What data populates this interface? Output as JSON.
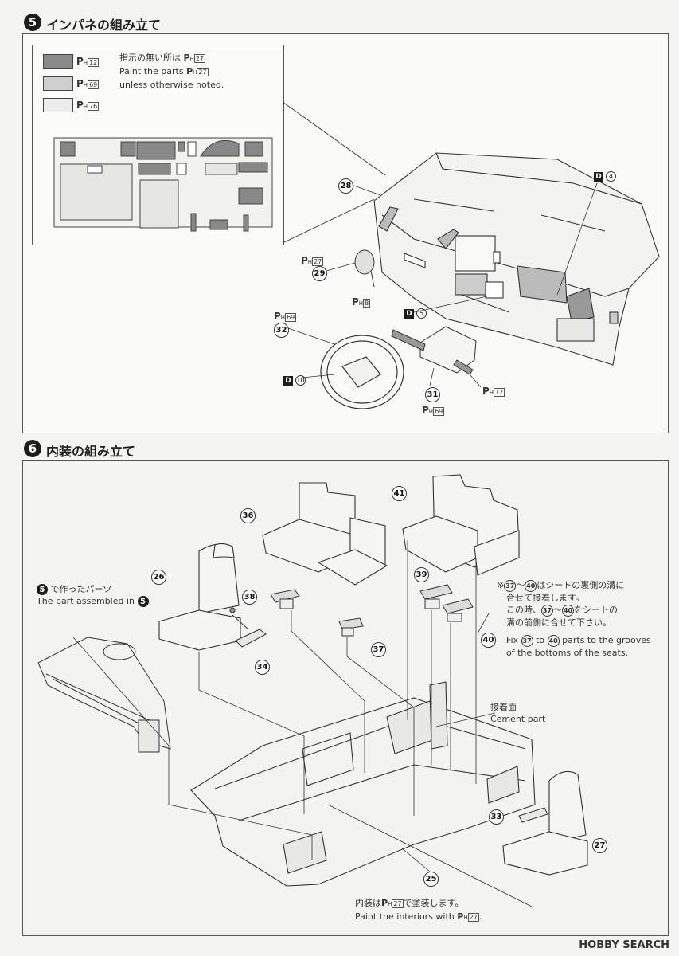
{
  "step5": {
    "number": "5",
    "title": "インパネの組み立て",
    "legend": [
      {
        "code_prefix": "P",
        "code_sub": "H",
        "code_num": "12",
        "color": "#8a8a8a"
      },
      {
        "code_prefix": "P",
        "code_sub": "H",
        "code_num": "69",
        "color": "#cfcfcf"
      },
      {
        "code_prefix": "P",
        "code_sub": "H",
        "code_num": "76",
        "color": "#ececec"
      }
    ],
    "note_line1": "指示の無い所は",
    "note_line1_code": "27",
    "note_line2": "Paint the parts",
    "note_line2_code": "27",
    "note_line3": "unless otherwise noted.",
    "parts": {
      "p28": "28",
      "p29": "29",
      "p29_code_top": "27",
      "p29_code_bottom": "8",
      "p32": "32",
      "p32_code": "69",
      "p31": "31",
      "p31_code_right": "12",
      "p31_code_bottom": "69",
      "d4_letter": "D",
      "d4_num": "4",
      "d5_letter": "D",
      "d5_num": "5",
      "d10_letter": "D",
      "d10_num": "10"
    }
  },
  "step6": {
    "number": "6",
    "title": "内装の組み立て",
    "from_step_num": "5",
    "from_step_text": "で作ったパーツ",
    "from_step_en": "The part assembled in",
    "parts": {
      "p26": "26",
      "p36": "36",
      "p41": "41",
      "p38": "38",
      "p37": "37",
      "p39": "39",
      "p40": "40",
      "p34": "34",
      "p33": "33",
      "p27": "27",
      "p25": "25"
    },
    "jp_note_l1_a": "※",
    "jp_note_l1_b": "37",
    "jp_note_l1_c": "〜",
    "jp_note_l1_d": "40",
    "jp_note_l1_e": "はシートの裏側の溝に",
    "jp_note_l2": "合せて接着します。",
    "jp_note_l3_a": "この時、",
    "jp_note_l3_b": "37",
    "jp_note_l3_c": "〜",
    "jp_note_l3_d": "40",
    "jp_note_l3_e": "をシートの",
    "jp_note_l4": "溝の前側に合せて下さい。",
    "en_note_l1_a": "Fix",
    "en_note_l1_b": "37",
    "en_note_l1_c": "to",
    "en_note_l1_d": "40",
    "en_note_l1_e": "parts to the grooves",
    "en_note_l2": "of the bottoms of the seats.",
    "cement_jp": "接着面",
    "cement_en": "Cement part",
    "interior_jp_a": "内装は",
    "interior_jp_code": "27",
    "interior_jp_b": "で塗装します。",
    "interior_en_a": "Paint the interiors with",
    "interior_en_code": "27"
  },
  "watermark": "HOBBY SEARCH"
}
